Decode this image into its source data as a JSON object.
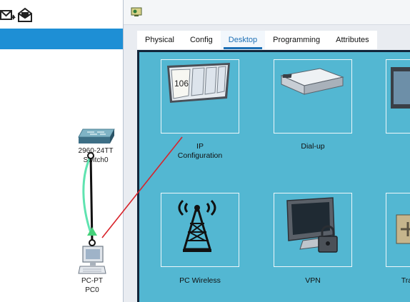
{
  "workspace": {
    "devices": {
      "switch": {
        "model": "2960-24TT",
        "name": "Switch0"
      },
      "pc": {
        "model": "PC-PT",
        "name": "PC0"
      }
    }
  },
  "window": {
    "tabs": [
      {
        "label": "Physical"
      },
      {
        "label": "Config"
      },
      {
        "label": "Desktop"
      },
      {
        "label": "Programming"
      },
      {
        "label": "Attributes"
      }
    ],
    "active_tab": "Desktop",
    "apps": {
      "ip_config": {
        "label_line1": "IP",
        "label_line2": "Configuration",
        "display_number": "106"
      },
      "dialup": {
        "label": "Dial-up"
      },
      "pc_wireless": {
        "label": "PC Wireless"
      },
      "vpn": {
        "label": "VPN"
      },
      "traffic": {
        "label": "Traf"
      }
    }
  },
  "colors": {
    "workspace_bar": "#1e8fd5",
    "desktop_background": "#53b7d2",
    "active_tab": "#1c6fb5",
    "cable_link": "#111111",
    "cable_highlight": "#5fe3b0",
    "annotation_line": "#d8232a"
  }
}
